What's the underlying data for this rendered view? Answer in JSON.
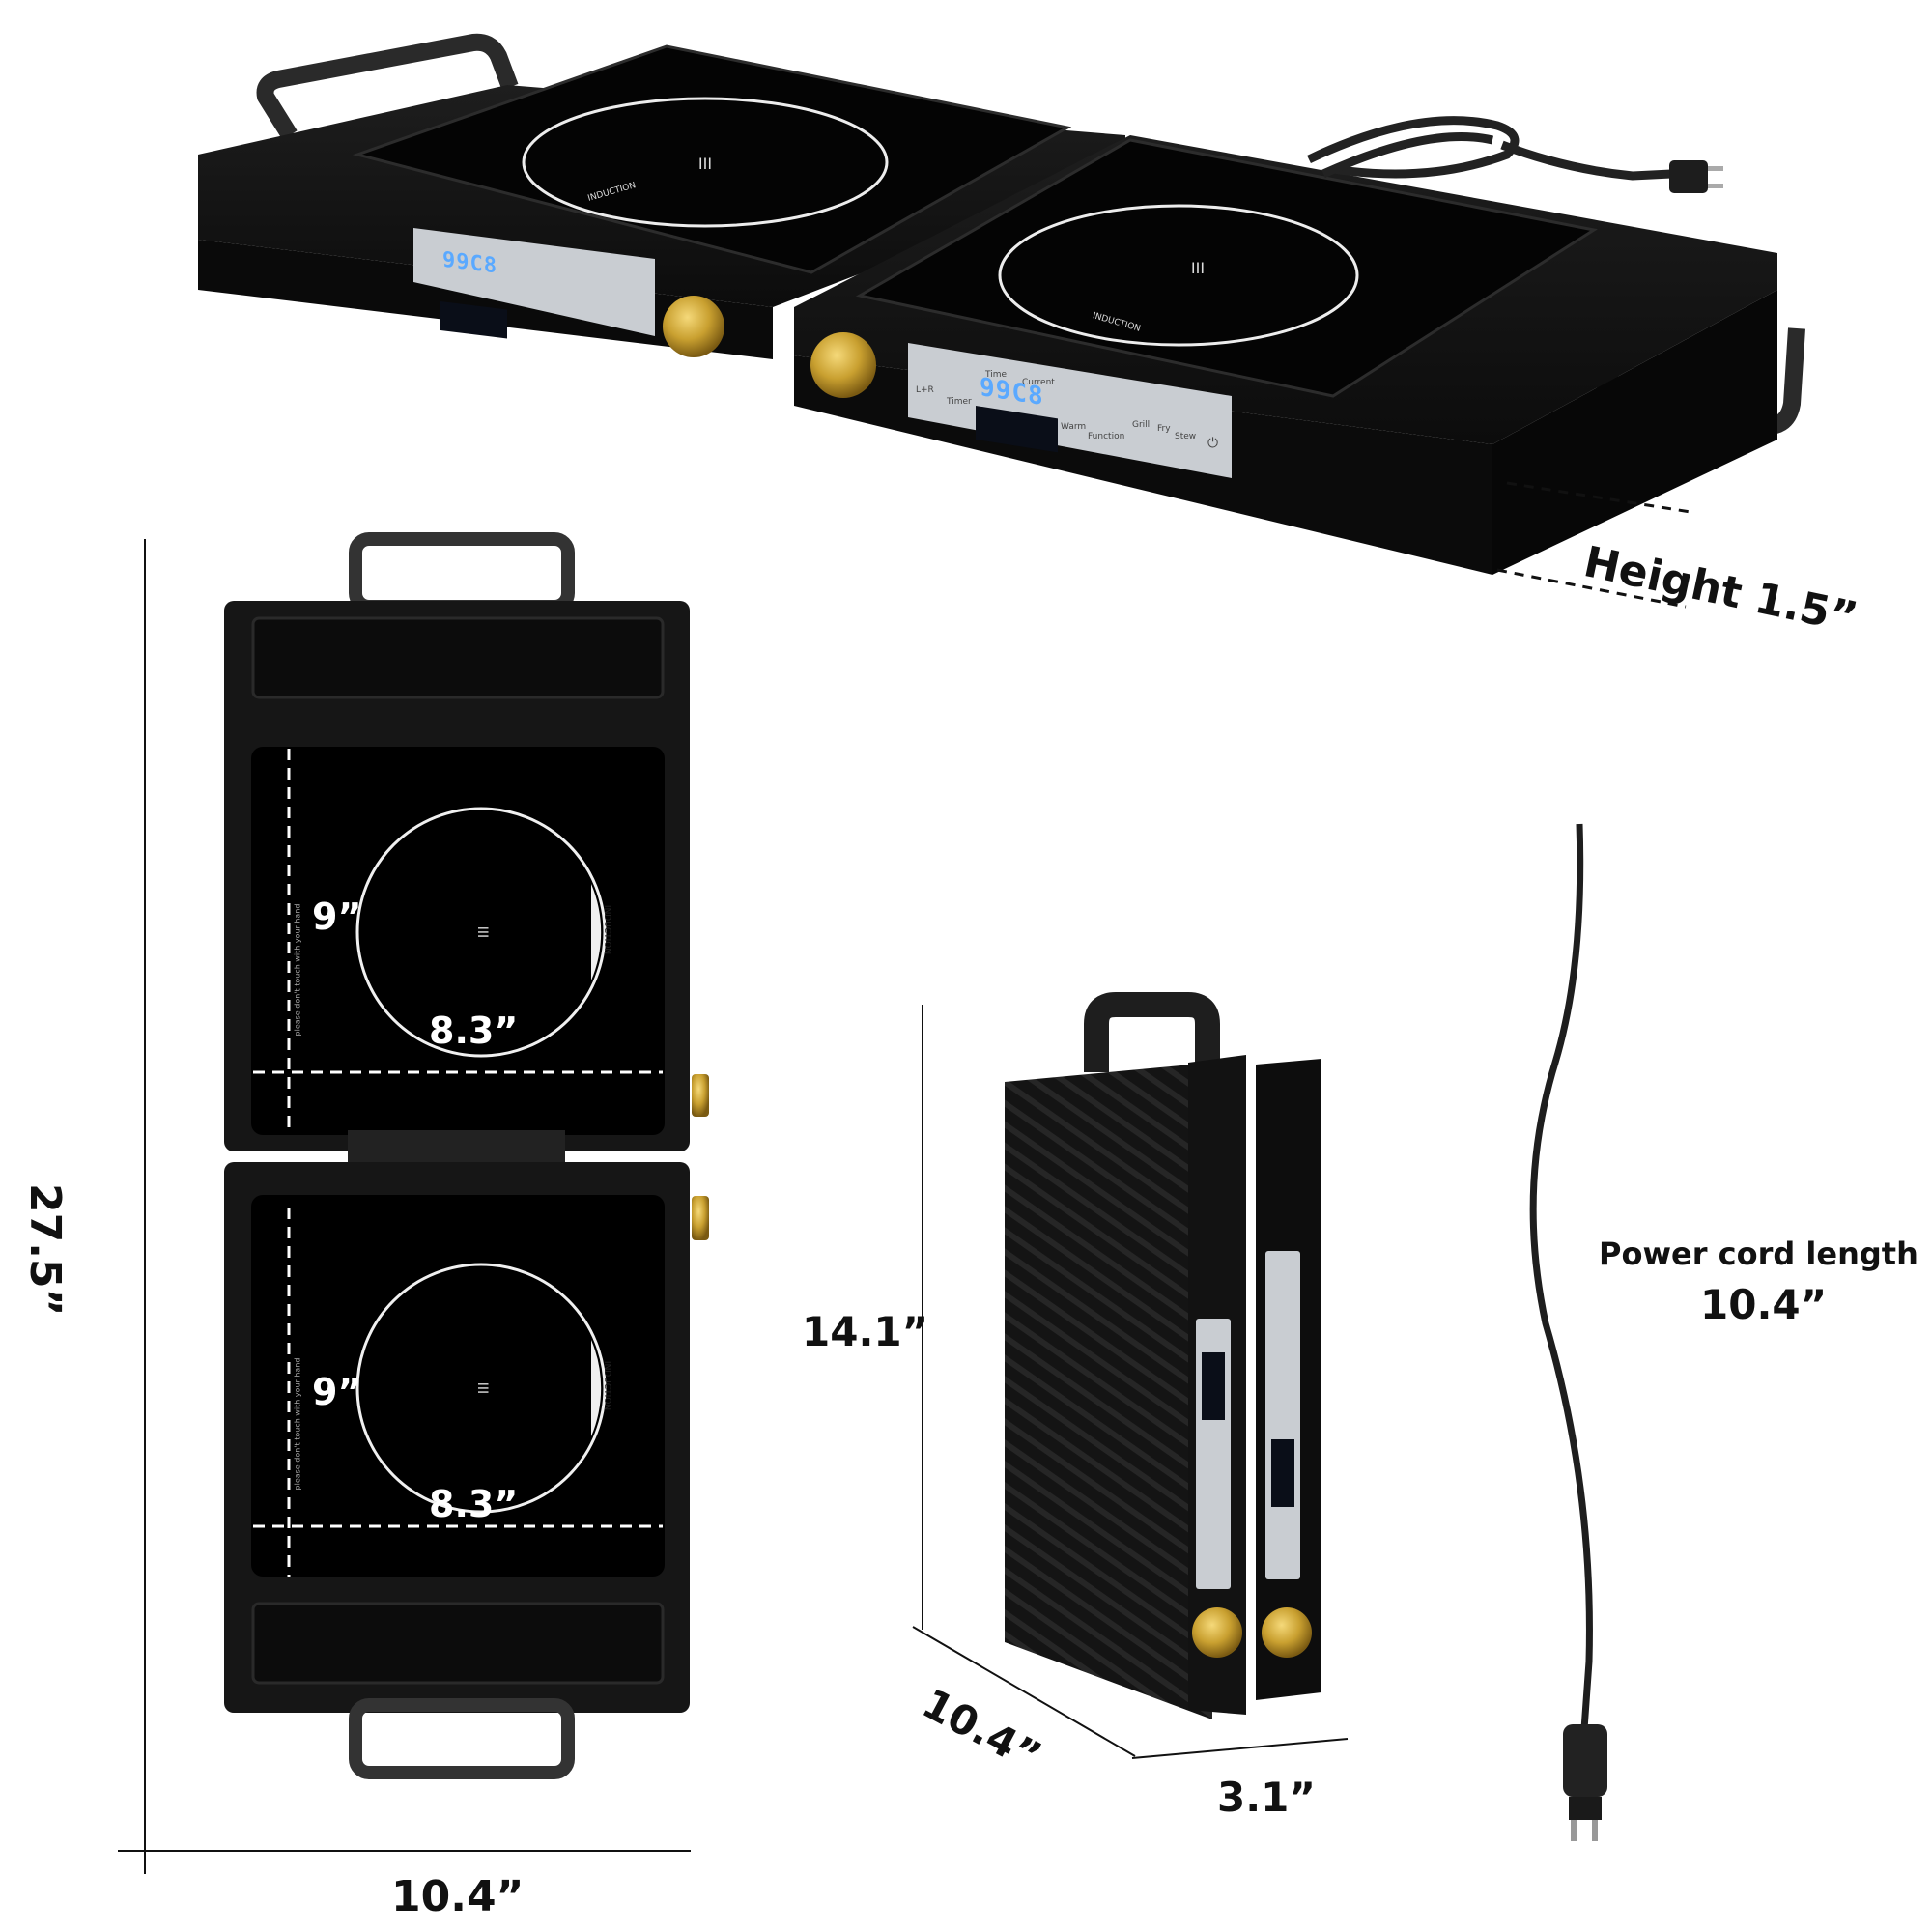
{
  "dimensions": {
    "height": "Height 1.5”",
    "length": "27.5”",
    "width": "10.4”",
    "burner_diameter_top": "9”",
    "burner_diameter_bottom": "9”",
    "burner_width_top": "8.3”",
    "burner_width_bottom": "8.3”",
    "folded_height": "14.1”",
    "folded_depth": "10.4”",
    "folded_thickness": "3.1”",
    "power_cord_label": "Power cord length",
    "power_cord_value": "10.4”"
  },
  "cooktop": {
    "center_marking": "III",
    "brand_marking": "INDUCTION",
    "warning": "please don't touch with your hand"
  },
  "control_panel": {
    "display_left": "99",
    "display_right": "C8",
    "buttons": [
      "L+R",
      "Timer",
      "Time",
      "Current",
      "Warm",
      "Function",
      "Grill",
      "Fry",
      "Stew"
    ],
    "icons": [
      "link-icon",
      "alarm-clock-icon",
      "flame-icon",
      "function-icon",
      "power-icon"
    ]
  },
  "colors": {
    "body": "#141414",
    "glass": "#050505",
    "knob": "#c9a030",
    "display": "#5aa9ff",
    "panel": "#c9cdd2",
    "label": "#111111"
  }
}
